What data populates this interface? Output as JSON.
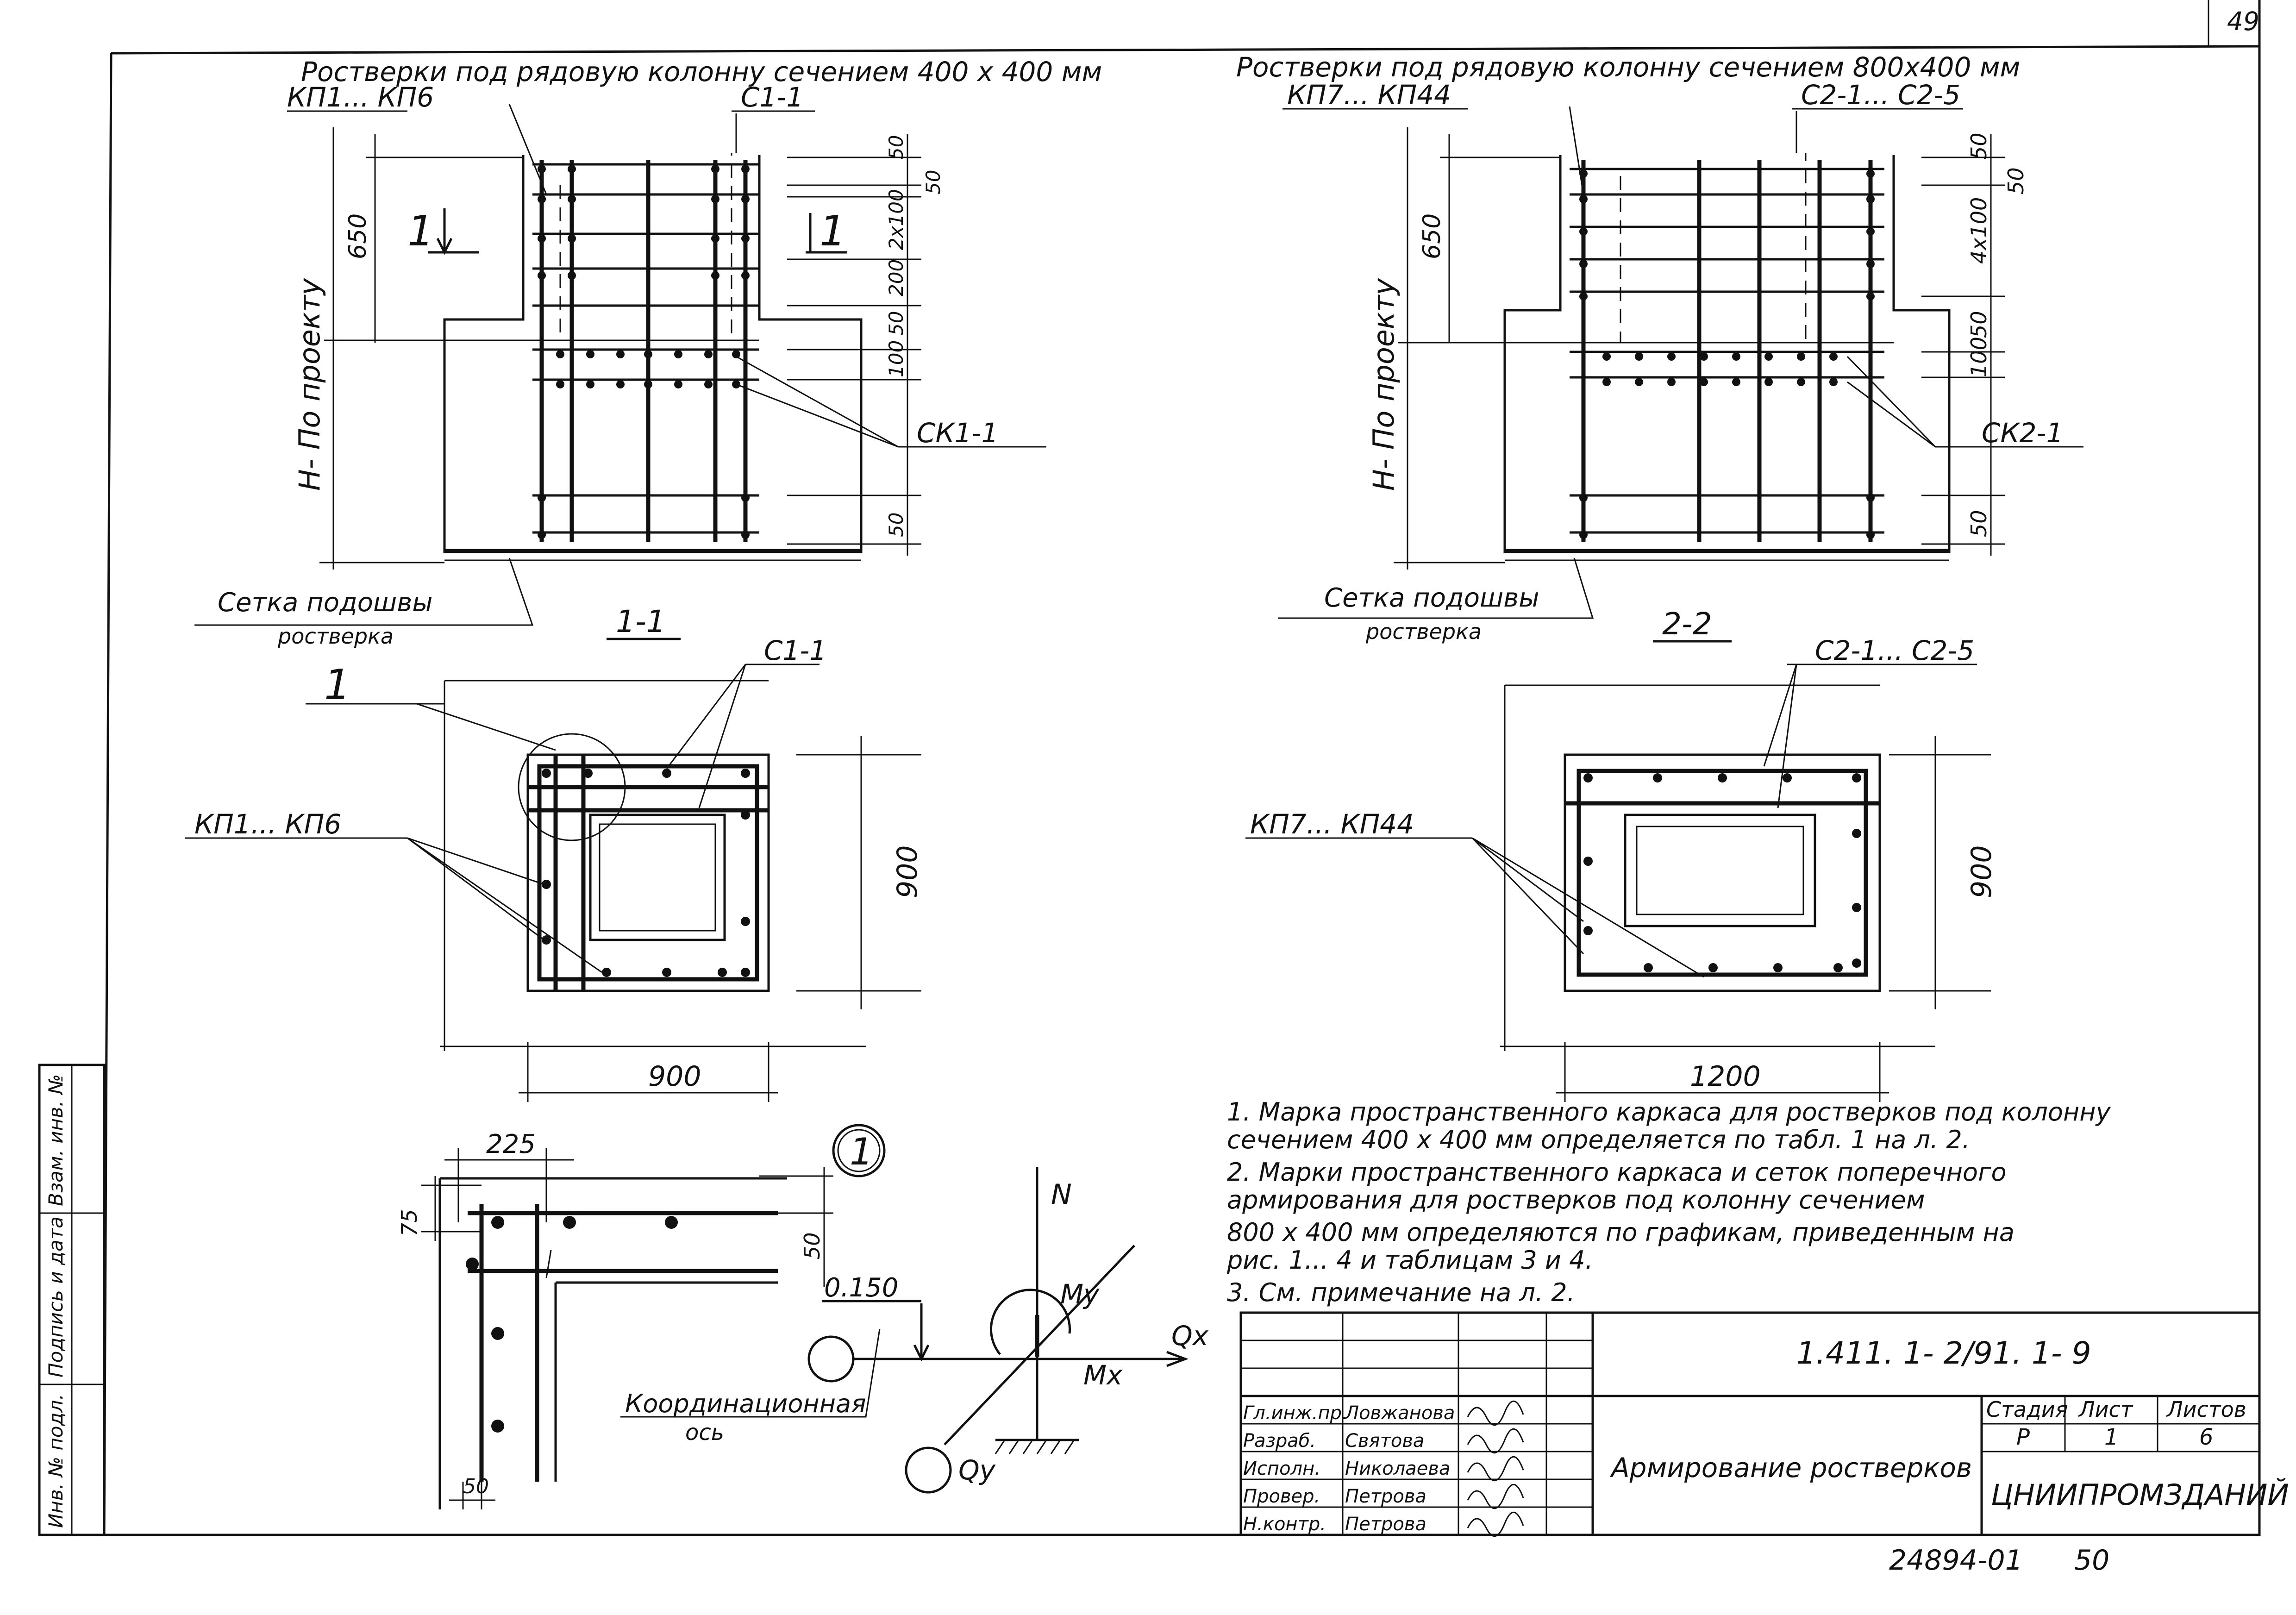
{
  "sheet_number": "49",
  "page_footer": {
    "archive_number": "24894-01",
    "page": "50"
  },
  "left_view": {
    "title_line1": "Ростверки под рядовую колонну сечением 400 х 400 мм",
    "title_line2": "КП1... КП6",
    "frame_label": "С1-1",
    "section_mark": "1",
    "height_label": "Н- По проекту",
    "dim_650": "650",
    "dim_50a": "50",
    "dim_50b": "50",
    "dim_2x100": "2х100",
    "dim_200": "200",
    "dim_50c": "50",
    "dim_100": "100",
    "dim_50d": "50",
    "mesh_label": "СК1-1",
    "sole_mesh_line1": "Сетка подошвы",
    "sole_mesh_line2": "ростверка"
  },
  "right_view": {
    "title_line1": "Ростверки под рядовую колонну сечением 800х400 мм",
    "title_line2": "КП7... КП44",
    "frame_label": "С2-1... С2-5",
    "height_label": "Н- По проекту",
    "dim_650": "650",
    "dim_50a": "50",
    "dim_50b": "50",
    "dim_4x100": "4х100",
    "dim_50c": "50",
    "dim_100": "100",
    "dim_50d": "50",
    "mesh_label": "СК2-1",
    "sole_mesh_line1": "Сетка подошвы",
    "sole_mesh_line2": "ростверка"
  },
  "section_1": {
    "title": "1-1",
    "callout": "1",
    "frame_label": "С1-1",
    "cage_label": "КП1... КП6",
    "dim_width": "900",
    "dim_height": "900"
  },
  "section_2": {
    "title": "2-2",
    "frame_label": "С2-1... С2-5",
    "cage_label": "КП7... КП44",
    "dim_width": "1200",
    "dim_height": "900"
  },
  "detail_1": {
    "node_number": "1",
    "dim_225": "225",
    "dim_75": "75",
    "dim_50_right": "50",
    "dim_50_bottom": "50",
    "axis_label_line1": "Координационная",
    "axis_label_line2": "ось"
  },
  "load_scheme": {
    "level": "0.150",
    "N": "N",
    "My": "My",
    "Mx": "Mx",
    "Qx": "Qx",
    "Qy": "Qy"
  },
  "notes": [
    "1. Марка пространственного каркаса для ростверков под колонну",
    "сечением 400 х 400 мм определяется по табл. 1 на л. 2.",
    "2. Марки пространственного каркаса и сеток поперечного",
    "армирования для ростверков под колонну сечением",
    "800 х 400 мм определяются по графикам, приведенным на",
    "рис. 1... 4 и таблицам 3 и 4.",
    "3. См. примечание на л. 2."
  ],
  "side_stamp": [
    "Инв. № подл.",
    "Подпись и дата",
    "Взам. инв. №"
  ],
  "title_block": {
    "doc_code": "1.411. 1- 2/91. 1- 9",
    "drawing_title": "Армирование ростверков",
    "organization": "ЦНИИПРОМЗДАНИЙ",
    "stage_header": "Стадия",
    "sheet_header": "Лист",
    "sheets_header": "Листов",
    "stage_value": "Р",
    "sheet_value": "1",
    "sheets_value": "6",
    "rows": [
      {
        "role": "Гл.инж.пр.",
        "name": "Ловжанова"
      },
      {
        "role": "Разраб.",
        "name": "Святова"
      },
      {
        "role": "Исполн.",
        "name": "Николаева"
      },
      {
        "role": "Провер.",
        "name": "Петрова"
      },
      {
        "role": "Н.контр.",
        "name": "Петрова"
      }
    ]
  }
}
